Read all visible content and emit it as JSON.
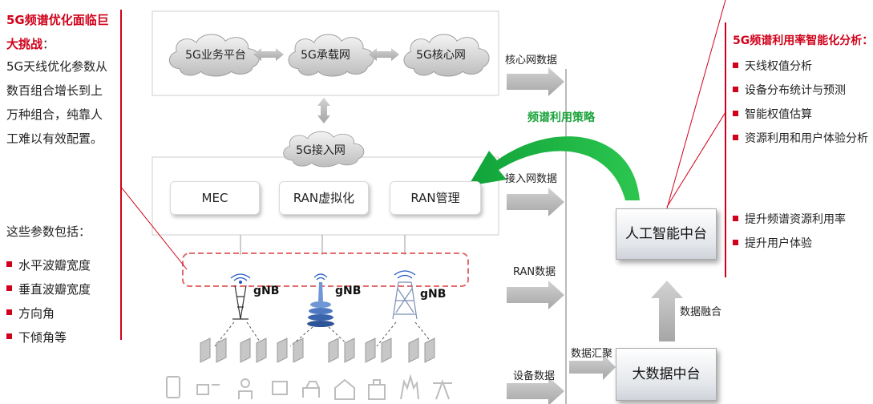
{
  "left_panel": {
    "title_line1": "5G频谱优化面临巨",
    "title_line2": "大挑战",
    "title_colon": "：",
    "body_lines": [
      "5G天线优化参数从",
      "数百组合增长到上",
      "万种组合，纯靠人",
      "工难以有效配置。"
    ],
    "params_intro": "这些参数包括：",
    "params": [
      "水平波瓣宽度",
      "垂直波瓣宽度",
      "方向角",
      "下倾角等"
    ]
  },
  "diagram": {
    "clouds": {
      "service": "5G业务平台",
      "bearer": "5G承载网",
      "core": "5G核心网",
      "access": "5G接入网"
    },
    "modules": {
      "mec": "MEC",
      "ran_virt": "RAN虚拟化",
      "ran_mgmt": "RAN管理"
    },
    "gnb_label": "gNB",
    "flows": {
      "core_data": "核心网数据",
      "access_data": "接入网数据",
      "ran_data": "RAN数据",
      "device_data": "设备数据",
      "aggregation": "数据汇聚",
      "fusion": "数据融合"
    },
    "strategy": "频谱利用策略",
    "ai_hub": "人工智能中台",
    "bigdata_hub": "大数据中台"
  },
  "right_panel": {
    "title": "5G频谱利用率智能化分析：",
    "items": [
      "天线权值分析",
      "设备分布统计与预测",
      "智能权值估算",
      "资源利用和用户体验分析"
    ],
    "outcomes": [
      "提升频谱资源利用率",
      "提升用户体验"
    ]
  },
  "colors": {
    "accent_red": "#d0021b",
    "strategy_green": "#1aa33a",
    "flow_gray": "#b5b5b5"
  }
}
